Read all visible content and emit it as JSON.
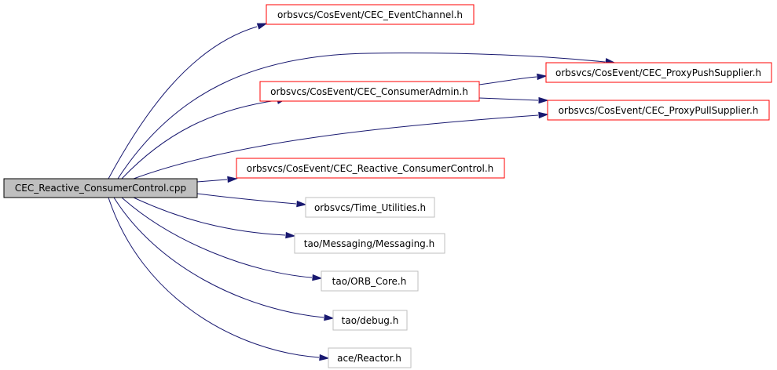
{
  "diagram": {
    "source": {
      "id": "source",
      "label": "CEC_Reactive_ConsumerControl.cpp"
    },
    "includes": [
      {
        "id": "event-channel",
        "label": "orbsvcs/CosEvent/CEC_EventChannel.h",
        "documented": true
      },
      {
        "id": "proxy-push-supplier",
        "label": "orbsvcs/CosEvent/CEC_ProxyPushSupplier.h",
        "documented": true
      },
      {
        "id": "consumer-admin",
        "label": "orbsvcs/CosEvent/CEC_ConsumerAdmin.h",
        "documented": true
      },
      {
        "id": "proxy-pull-supplier",
        "label": "orbsvcs/CosEvent/CEC_ProxyPullSupplier.h",
        "documented": true
      },
      {
        "id": "reactive-consumer-control",
        "label": "orbsvcs/CosEvent/CEC_Reactive_ConsumerControl.h",
        "documented": true
      },
      {
        "id": "time-utilities",
        "label": "orbsvcs/Time_Utilities.h",
        "documented": false
      },
      {
        "id": "messaging",
        "label": "tao/Messaging/Messaging.h",
        "documented": false
      },
      {
        "id": "orb-core",
        "label": "tao/ORB_Core.h",
        "documented": false
      },
      {
        "id": "debug",
        "label": "tao/debug.h",
        "documented": false
      },
      {
        "id": "reactor",
        "label": "ace/Reactor.h",
        "documented": false
      }
    ],
    "edges": [
      {
        "from": "source",
        "to": "event-channel"
      },
      {
        "from": "source",
        "to": "proxy-push-supplier"
      },
      {
        "from": "source",
        "to": "consumer-admin"
      },
      {
        "from": "source",
        "to": "proxy-pull-supplier"
      },
      {
        "from": "source",
        "to": "reactive-consumer-control"
      },
      {
        "from": "source",
        "to": "time-utilities"
      },
      {
        "from": "source",
        "to": "messaging"
      },
      {
        "from": "source",
        "to": "orb-core"
      },
      {
        "from": "source",
        "to": "debug"
      },
      {
        "from": "source",
        "to": "reactor"
      },
      {
        "from": "consumer-admin",
        "to": "proxy-push-supplier"
      },
      {
        "from": "consumer-admin",
        "to": "proxy-pull-supplier"
      }
    ],
    "colors": {
      "source_fill": "#bfbfbf",
      "source_border": "#000000",
      "documented_border": "#ff0000",
      "undocumented_border": "#bfbfbf",
      "edge": "#191970"
    }
  }
}
